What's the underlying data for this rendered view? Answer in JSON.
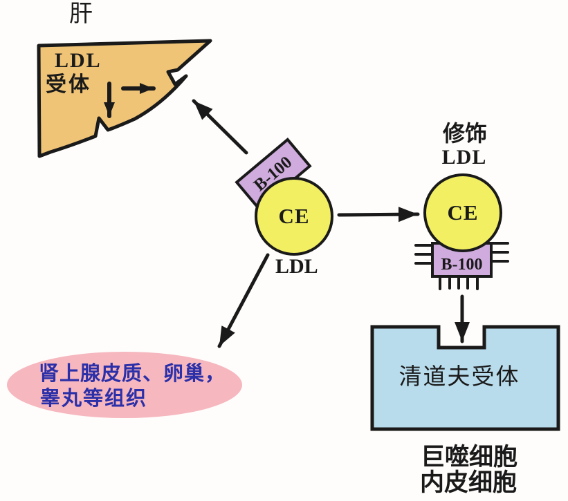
{
  "diagram": {
    "liver": {
      "title": "肝",
      "receptor_line1": "LDL",
      "receptor_line2": "受体"
    },
    "ldl_particle": {
      "tag": "B-100",
      "core": "CE",
      "label": "LDL"
    },
    "modified_ldl": {
      "title_line1": "修饰",
      "title_line2": "LDL",
      "core": "CE",
      "tag": "B-100"
    },
    "scavenger_receptor": {
      "label": "清道夫受体"
    },
    "cells": {
      "line1": "巨噬细胞",
      "line2": "内皮细胞"
    },
    "tissues": {
      "line1": "肾上腺皮质、卵巢，",
      "line2": "睾丸等组织"
    },
    "colors": {
      "liver_fill": "#F0C476",
      "particle_fill": "#F2EF62",
      "tag_fill": "#CFABDE",
      "box_fill": "#B9DCEC",
      "ellipse_fill": "#F6B7BF",
      "tissue_text": "#2B2FA8",
      "ink": "#1A1A1A"
    }
  }
}
